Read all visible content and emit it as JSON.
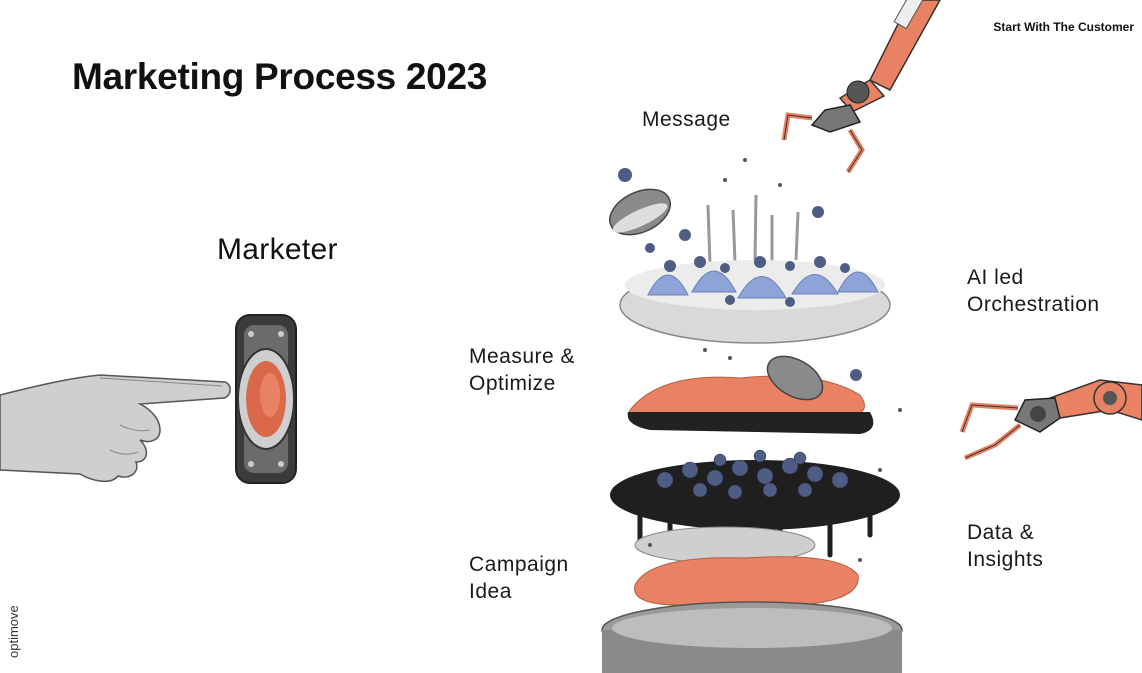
{
  "header": {
    "title": "Marketing Process 2023",
    "subtitle": "Start With The Customer"
  },
  "labels": {
    "marketer": "Marketer",
    "message": "Message",
    "ai_line1": "AI led",
    "ai_line2": "Orchestration",
    "measure_line1": "Measure &",
    "measure_line2": "Optimize",
    "data_line1": "Data &",
    "data_line2": "Insights",
    "campaign_line1": "Campaign",
    "campaign_line2": "Idea"
  },
  "brand": "optimove",
  "colors": {
    "accent": "#e98163",
    "blueberry": "#4f5d85",
    "meringue": "#8ea3d8",
    "dark": "#222222",
    "grey": "#bdbdbd"
  },
  "icons": [
    "hand-pointing-icon",
    "push-button-icon",
    "robot-arm-icon",
    "layered-cake-icon",
    "macaron-icon"
  ]
}
